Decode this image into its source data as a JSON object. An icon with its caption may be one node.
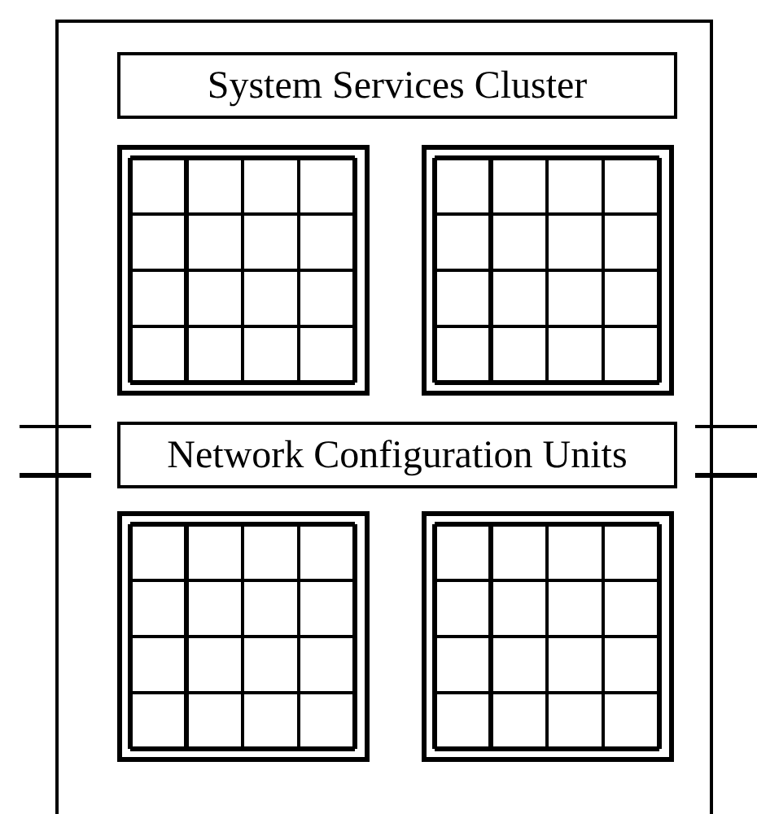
{
  "diagram": {
    "nodes": [
      {
        "text": [],
        "shape": "box"
      },
      {
        "text": [
          "System Services Cluster"
        ],
        "in": 0
      },
      {
        "text": [],
        "shape": "grid",
        "in": 0
      },
      {
        "text": [],
        "shape": "grid",
        "in": 0
      },
      {
        "text": [
          "Network Configuration Units"
        ],
        "in": 0
      },
      {
        "text": [],
        "shape": "grid",
        "in": 0
      },
      {
        "text": [],
        "shape": "grid",
        "in": 0
      }
    ]
  }
}
